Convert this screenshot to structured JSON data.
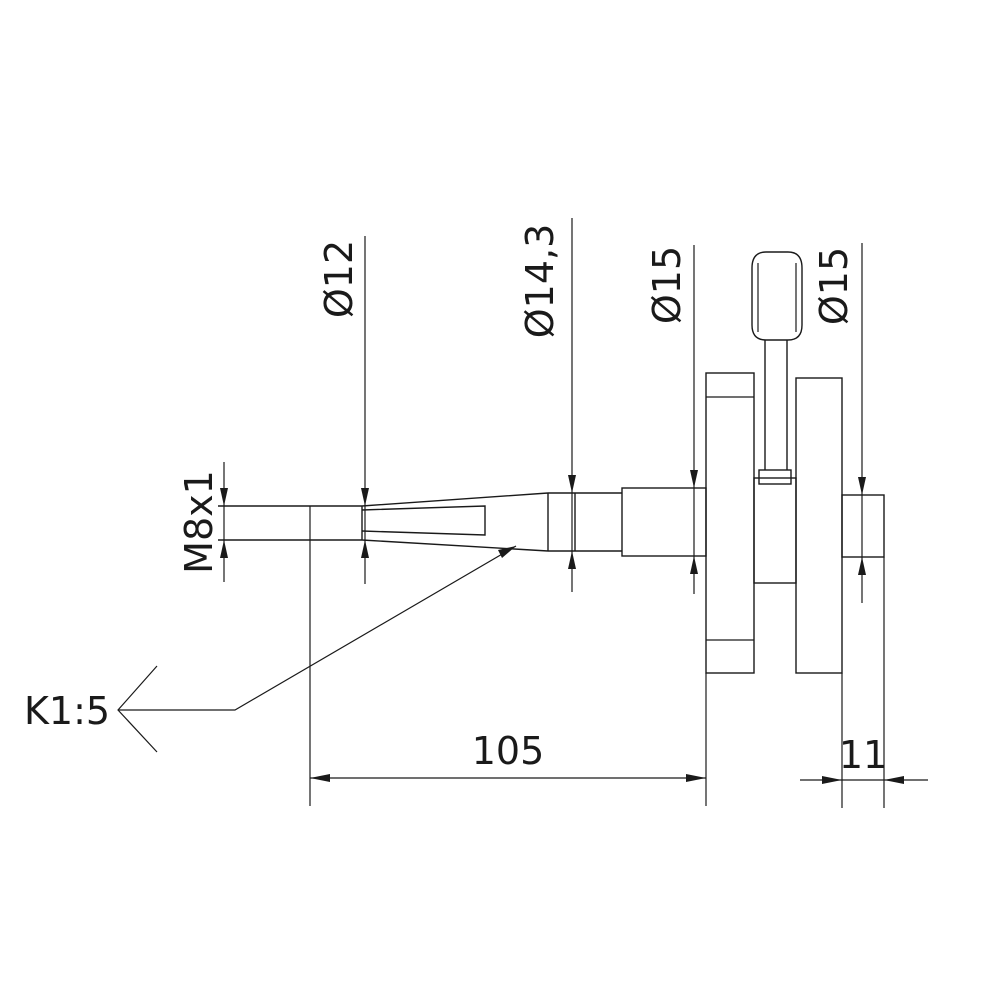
{
  "labels": {
    "thread": "M8x1",
    "d12": "Ø12",
    "d14_3": "Ø14,3",
    "d15_a": "Ø15",
    "d15_b": "Ø15",
    "length_105": "105",
    "width_11": "11",
    "taper": "K1:5"
  },
  "colors": {
    "line": "#1a1a1a",
    "background": "#ffffff"
  }
}
